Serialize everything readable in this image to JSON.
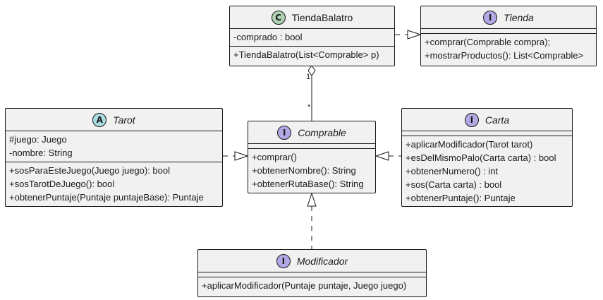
{
  "colors": {
    "class_badge": "#add1b2",
    "interface_badge": "#b4a7e5",
    "abstract_badge": "#a9dcdf",
    "box_fill": "#f1f1f1",
    "line": "#181818"
  },
  "classes": {
    "tiendabalatro": {
      "stereotype": "C",
      "name": "TiendaBalatro",
      "attributes": [
        "-comprado : bool"
      ],
      "methods": [
        "+TiendaBalatro(List<Comprable> p)"
      ]
    },
    "tienda": {
      "stereotype": "I",
      "name": "Tienda",
      "attributes": [],
      "methods": [
        "+comprar(Comprable compra);",
        "+mostrarProductos(): List<Comprable>"
      ]
    },
    "tarot": {
      "stereotype": "A",
      "name": "Tarot",
      "attributes": [
        "#juego: Juego",
        "-nombre: String"
      ],
      "methods": [
        "+sosParaEsteJuego(Juego juego): bool",
        "+sosTarotDeJuego(): bool",
        "+obtenerPuntaje(Puntaje puntajeBase): Puntaje"
      ]
    },
    "comprable": {
      "stereotype": "I",
      "name": "Comprable",
      "attributes": [],
      "methods": [
        "+comprar()",
        "+obtenerNombre(): String",
        "+obtenerRutaBase(): String"
      ]
    },
    "carta": {
      "stereotype": "I",
      "name": "Carta",
      "attributes": [],
      "methods": [
        "+aplicarModificador(Tarot tarot)",
        "+esDelMismoPalo(Carta carta) : bool",
        "+obtenerNumero() : int",
        "+sos(Carta carta) : bool",
        "+obtenerPuntaje(): Puntaje"
      ]
    },
    "modificador": {
      "stereotype": "I",
      "name": "Modificador",
      "attributes": [],
      "methods": [
        "+aplicarModificador(Puntaje puntaje, Juego juego)"
      ]
    }
  },
  "multiplicities": {
    "aggregation_source": "1",
    "aggregation_target": "*"
  }
}
